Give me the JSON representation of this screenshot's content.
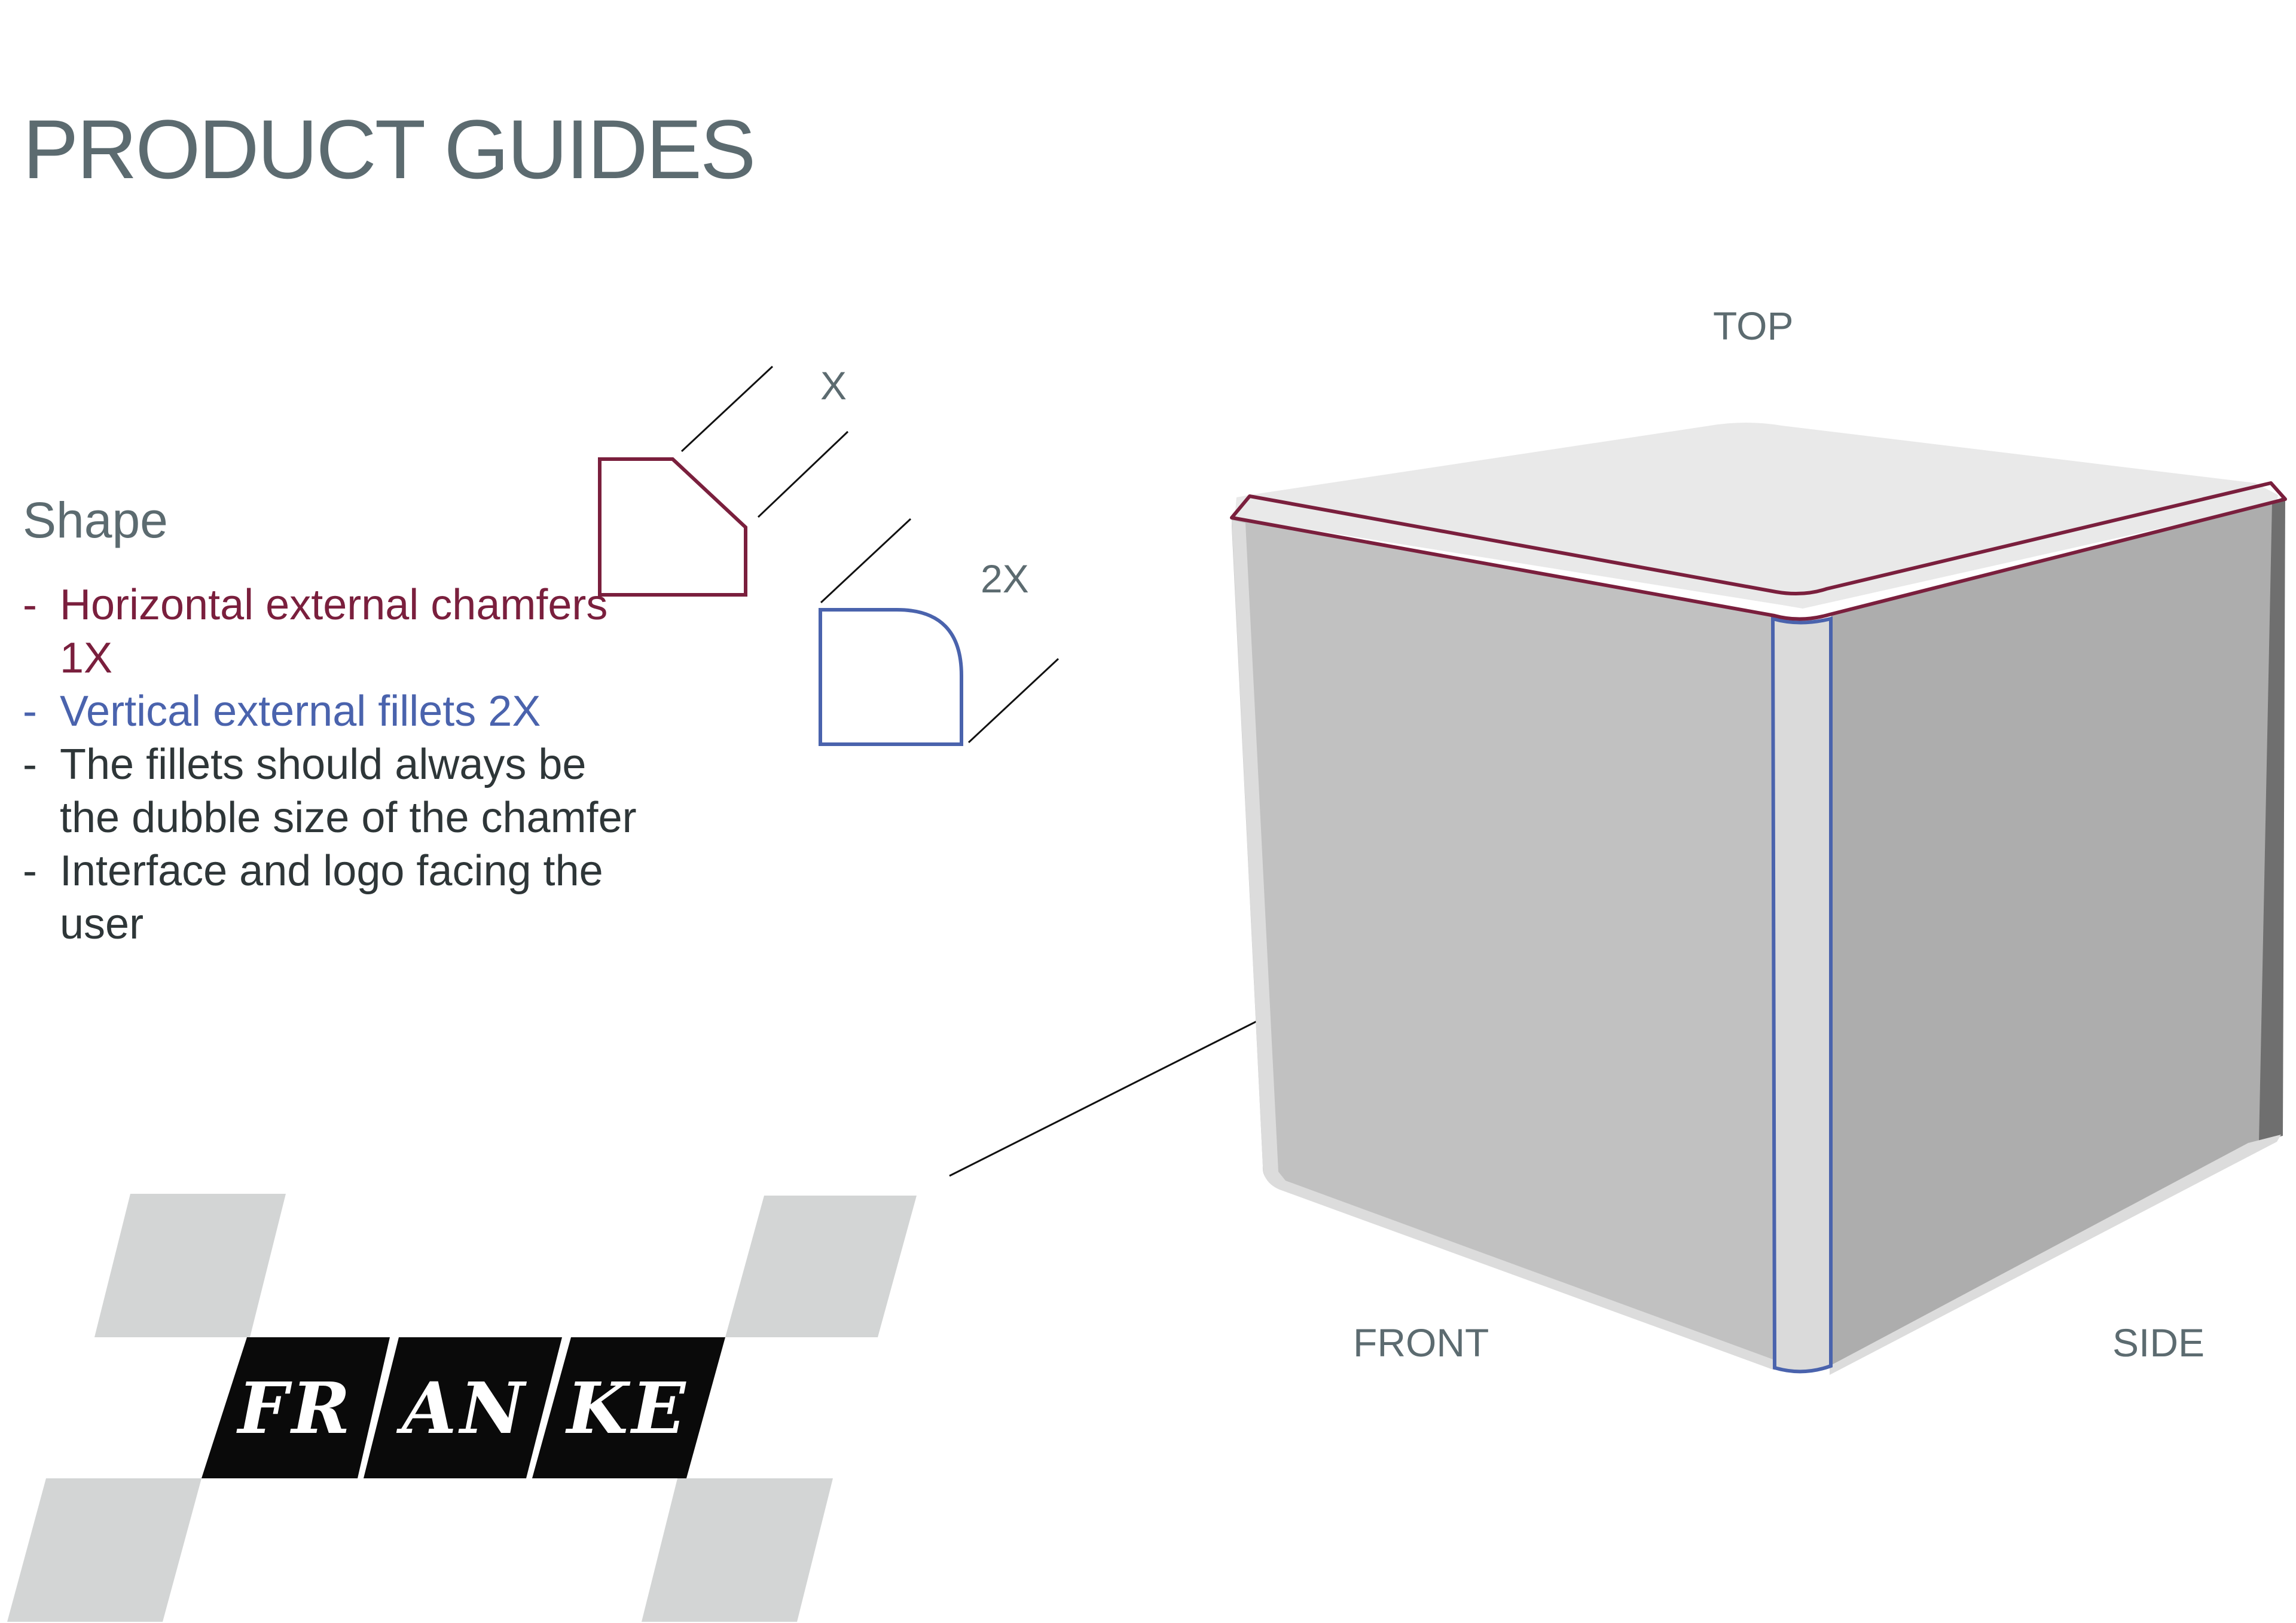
{
  "page": {
    "title": "PRODUCT GUIDES"
  },
  "shape_section": {
    "heading": "Shape",
    "bullets": [
      {
        "dash": "-",
        "text": "Horizontal external chamfers 1X",
        "kind": "chamfer"
      },
      {
        "dash": "-",
        "text": "Vertical external fillets 2X",
        "kind": "fillet"
      },
      {
        "dash": "-",
        "text": "The fillets should always be the dubble size of the chamfer",
        "kind": "plain"
      },
      {
        "dash": "-",
        "text": "Interface and logo facing the user",
        "kind": "plain"
      }
    ]
  },
  "dimension_labels": {
    "chamfer": "X",
    "fillet": "2X"
  },
  "cube_views": {
    "top": "TOP",
    "front": "FRONT",
    "side": "SIDE"
  },
  "logo": {
    "segments": [
      "FR",
      "AN",
      "KE"
    ]
  },
  "colors": {
    "chamfer": "#7a1f3d",
    "fillet": "#4a63ad",
    "text_gray": "#5c6b70",
    "text_dark": "#2e3638",
    "checker_gray": "#d3d5d5",
    "logo_black": "#0a0a0a"
  }
}
